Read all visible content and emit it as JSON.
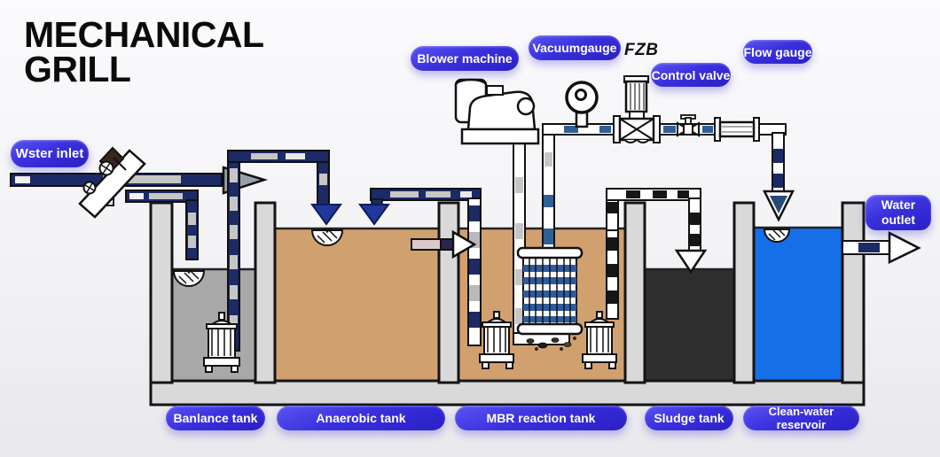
{
  "title": {
    "line1": "MECHANICAL",
    "line2": "GRILL"
  },
  "labels": {
    "water_inlet": "Wster inlet",
    "blower_machine": "Blower machine",
    "vacuum_gauge": "Vacuumgauge",
    "fzb": "FZB",
    "control_valve": "Control valve",
    "flow_gauge": "Flow gauge",
    "water_outlet_line1": "Water",
    "water_outlet_line2": "outlet"
  },
  "tanks": [
    {
      "name": "Banlance tank",
      "fill": "#a8a8a8"
    },
    {
      "name": "Anaerobic tank",
      "fill": "#d1a06f"
    },
    {
      "name": "MBR reaction tank",
      "fill": "#d1a06f"
    },
    {
      "name": "Sludge tank",
      "fill": "#2f2f2f"
    },
    {
      "name": "Clean-water reservoir",
      "fill": "#1570e8"
    }
  ],
  "colors": {
    "pill_blue": "#3a31dd",
    "pipe_navy": "#1c2a66",
    "pipe_steel_blue": "#2f5f94",
    "concrete": "#d9d9d9",
    "arrow_blue": "#20389b"
  }
}
